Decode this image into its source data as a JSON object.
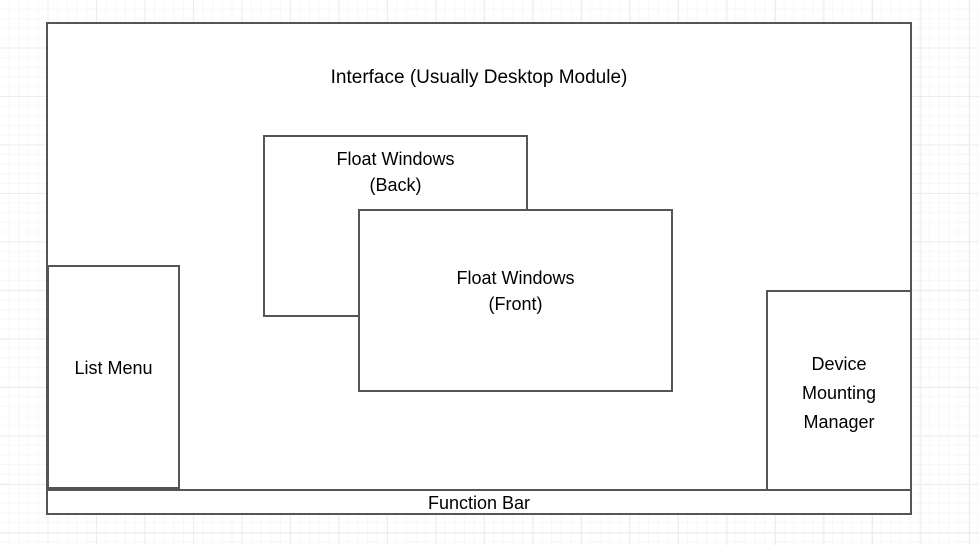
{
  "diagram": {
    "type": "block-diagram",
    "background": {
      "color": "#ffffff",
      "grid": true,
      "grid_minor_color": "#f7f7f7",
      "grid_major_color": "#ededed"
    },
    "stroke_color": "#555555",
    "text_color": "#000000",
    "nodes": [
      {
        "id": "interface",
        "label": "Interface (Usually Desktop Module)",
        "role": "container",
        "label_position": "top-center"
      },
      {
        "id": "float_back",
        "label": "Float Windows\n(Back)",
        "role": "window",
        "label_position": "top-center",
        "stacking": "behind"
      },
      {
        "id": "float_front",
        "label": "Float Windows\n(Front)",
        "role": "window",
        "label_position": "center",
        "stacking": "front"
      },
      {
        "id": "list_menu",
        "label": "List Menu",
        "role": "panel",
        "label_position": "lower-center"
      },
      {
        "id": "device_manager",
        "label": "Device\nMounting\nManager",
        "role": "panel",
        "label_position": "center"
      },
      {
        "id": "function_bar",
        "label": "Function Bar",
        "role": "bar",
        "label_position": "center"
      }
    ]
  }
}
